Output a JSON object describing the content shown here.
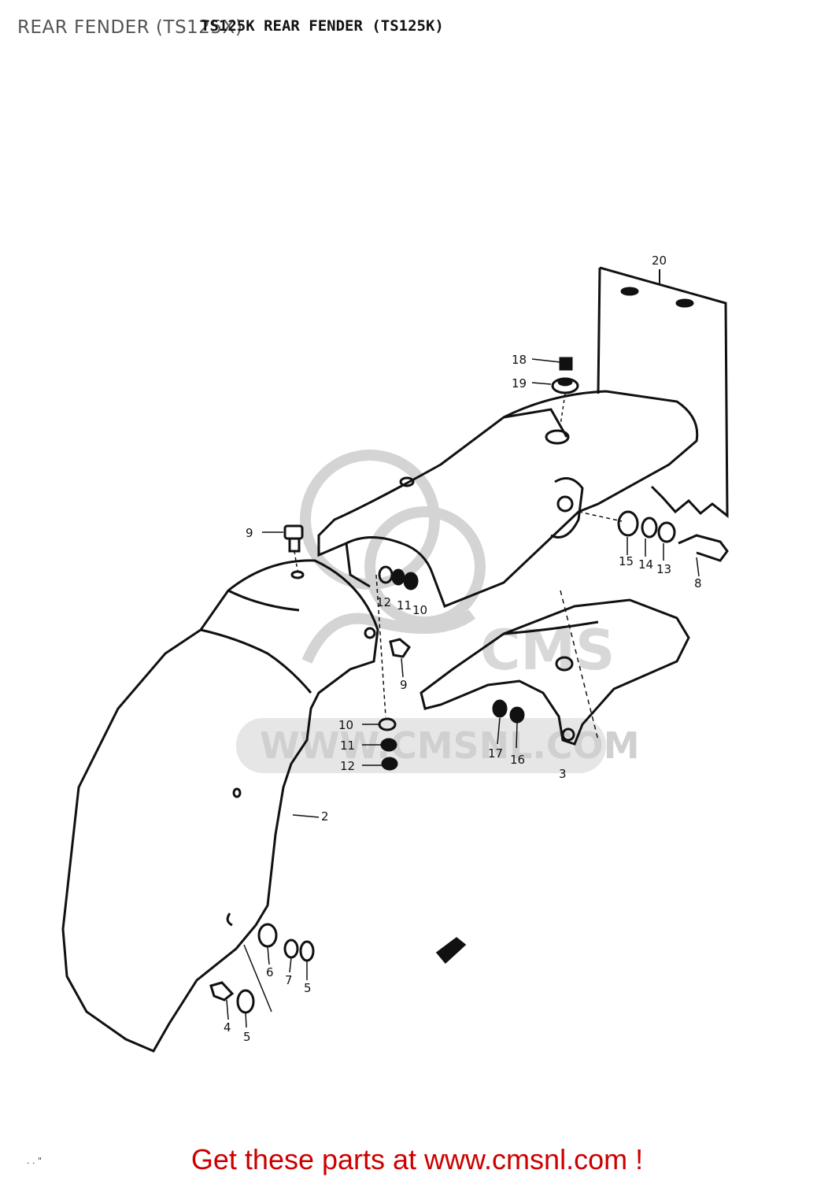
{
  "overlay_title": "REAR FENDER (TS125X)",
  "diagram_title": "TS125K REAR FENDER (TS125K)",
  "watermark": {
    "text": "WWW.CMSNL.COM",
    "logo_text": "CMS"
  },
  "callouts": [
    "20",
    "18",
    "19",
    "9",
    "15",
    "14",
    "13",
    "8",
    "12",
    "11",
    "10",
    "9",
    "10",
    "11",
    "12",
    "17",
    "16",
    "3",
    "2",
    "6",
    "7",
    "5",
    "4",
    "5"
  ],
  "footer": {
    "link_text": "Get these parts at www.cmsnl.com !",
    "corner_mark": ". . \""
  },
  "colors": {
    "line": "#111111",
    "watermark": "#d0d0d0",
    "footer_link": "#cc0000"
  }
}
